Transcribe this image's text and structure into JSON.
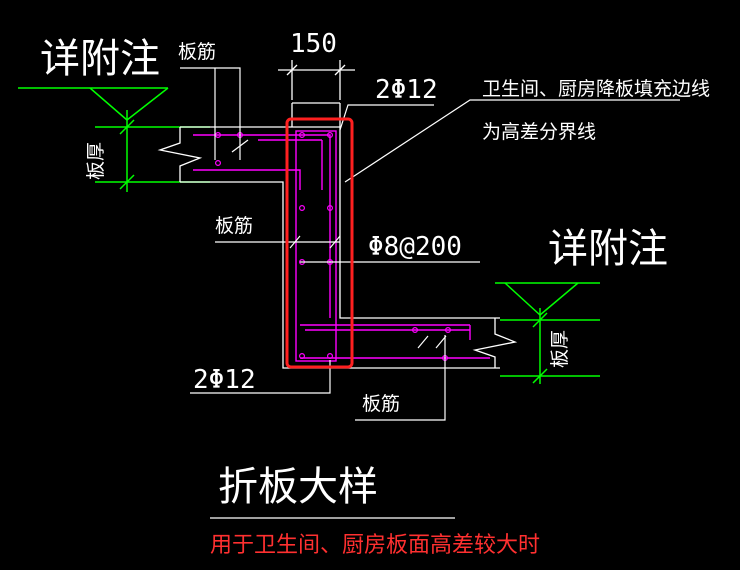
{
  "colors": {
    "background": "#000000",
    "white_line": "#ffffff",
    "green_line": "#00ff00",
    "magenta_rebar": "#ff00ff",
    "highlight_box": "#ff2020",
    "red_note": "#ff3030"
  },
  "labels": {
    "detail_note_left": "详附注",
    "detail_note_right": "详附注",
    "slab_rebar_top": "板筋",
    "slab_rebar_mid": "板筋",
    "slab_rebar_bottom": "板筋",
    "dimension": "150",
    "top_bars": "2Φ12",
    "bottom_bars": "2Φ12",
    "stirrup": "Φ8@200",
    "thickness_left": "板厚",
    "thickness_right": "板厚",
    "boundary_note_line1": "卫生间、厨房降板填充边线",
    "boundary_note_line2": "为高差分界线",
    "title": "折板大样",
    "usage_note": "用于卫生间、厨房板面高差较大时"
  }
}
